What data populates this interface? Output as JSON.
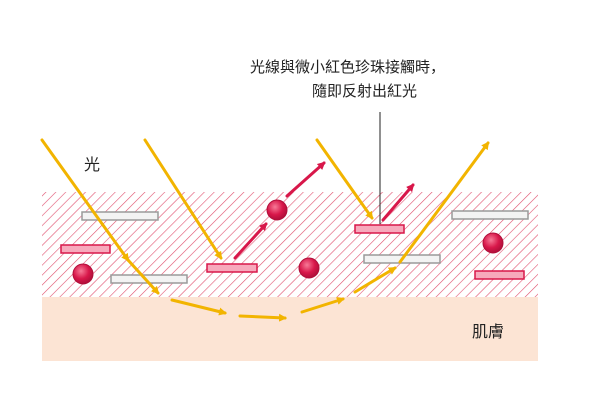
{
  "annotation": {
    "line1": "光線與微小紅色珍珠接觸時，",
    "line2": "隨即反射出紅光"
  },
  "labels": {
    "light": "光",
    "skin": "肌膚"
  },
  "colors": {
    "light_ray": "#F2B400",
    "reflected_ray": "#D8174A",
    "hatch": "#E0506E",
    "skin_band": "#FCE4D4",
    "white_platelet_fill": "#F3F3F3",
    "white_platelet_stroke": "#9A9A9A",
    "pink_platelet_fill": "#F7A9BC",
    "pink_platelet_stroke": "#D8174A",
    "pearl": "#D8174A"
  },
  "icons": {
    "pearl": "red-pearl-icon",
    "platelet_white": "white-platelet-icon",
    "platelet_pink": "pink-platelet-icon"
  }
}
